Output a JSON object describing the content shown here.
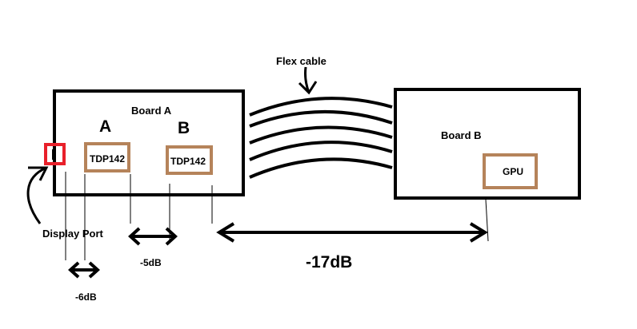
{
  "labels": {
    "flex_cable": "Flex cable",
    "board_a": "Board A",
    "board_b": "Board B",
    "marker_a": "A",
    "marker_b": "B",
    "chip_a": "TDP142",
    "chip_b": "TDP142",
    "gpu": "GPU",
    "display_port": "Display Port",
    "loss_dp": "-6dB",
    "loss_ab": "-5dB",
    "loss_cable": "-17dB"
  },
  "colors": {
    "outline": "#000000",
    "chip_border": "#b5835a",
    "connector": "#e8202a",
    "background": "#ffffff"
  }
}
